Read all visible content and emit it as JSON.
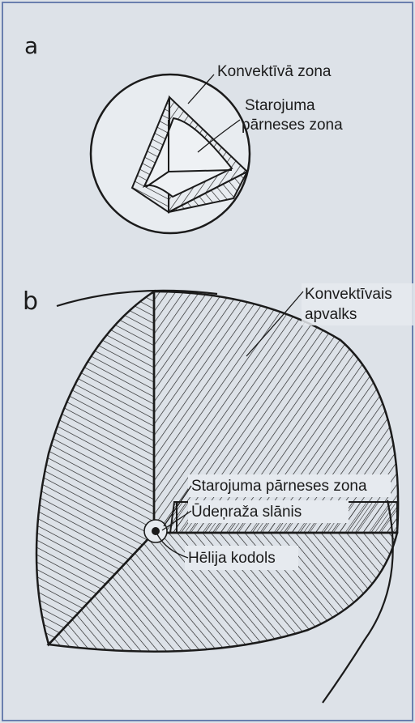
{
  "panel_a": {
    "letter": "a",
    "labels": {
      "convective": "Konvektīvā zona",
      "radiative_line1": "Starojuma",
      "radiative_line2": "pārneses zona"
    }
  },
  "panel_b": {
    "letter": "b",
    "labels": {
      "envelope_line1": "Konvektīvais",
      "envelope_line2": "apvalks",
      "radiative": "Starojuma pārneses zona",
      "hydrogen": "Ūdeņraža slānis",
      "helium": "Hēlija kodols"
    }
  },
  "colors": {
    "page_background": "#dde2e8",
    "ink": "#1b1b1b",
    "label_background": "#e6eaef"
  }
}
